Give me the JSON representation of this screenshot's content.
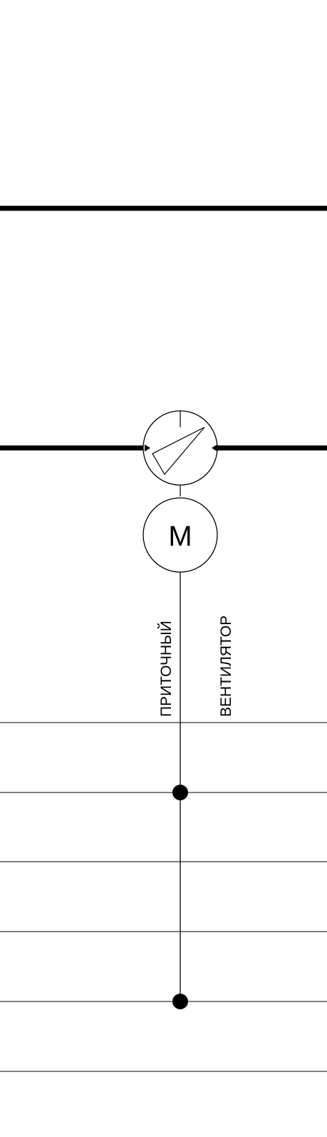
{
  "diagram": {
    "motor_letter": "M",
    "label_left": "ПРИТОЧНЫЙ",
    "label_right": "ВЕНТИЛЯТОР"
  },
  "colors": {
    "line": "#000000",
    "background": "#ffffff"
  },
  "icons": {
    "fan": "fan-symbol-icon",
    "motor": "motor-symbol-icon",
    "junction": "junction-dot-icon"
  }
}
